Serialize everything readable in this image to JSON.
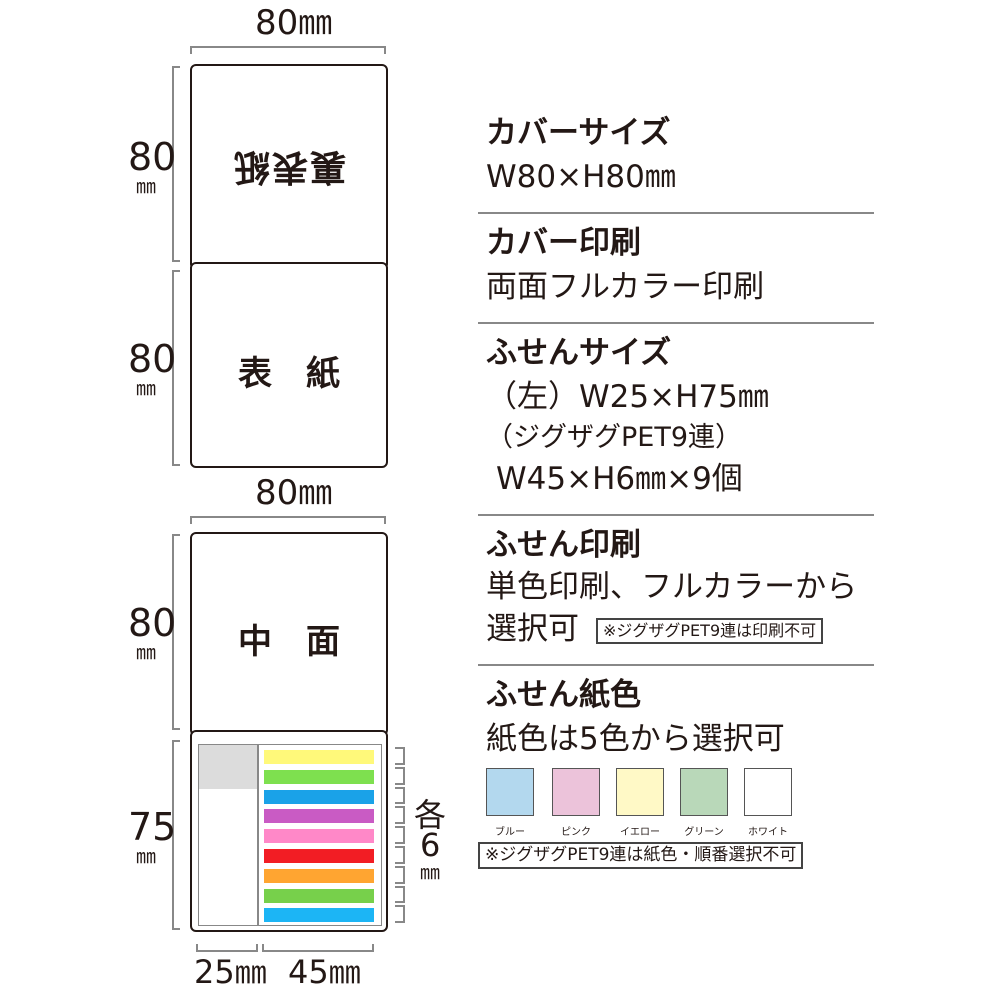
{
  "dimensions": {
    "width_top": "80㎜",
    "height_cover_back": "80",
    "height_cover_front": "80",
    "width_middle": "80㎜",
    "height_inner": "80",
    "height_sticky": "75",
    "each_label_top": "各",
    "each_label_value": "6",
    "width_left_sticky": "25㎜",
    "width_right_sticky": "45㎜",
    "unit_mm": "㎜"
  },
  "panels": {
    "back_cover_label": "裏表紙",
    "front_cover_label": "表　紙",
    "inner_label": "中　面"
  },
  "colors": {
    "stripes": [
      "#fff97a",
      "#7ee04f",
      "#1aa2e8",
      "#c95bc4",
      "#ff88c8",
      "#f21d24",
      "#ffa531",
      "#77d04b",
      "#1cb5f5"
    ],
    "gray_box": "#dcdcdc"
  },
  "specs": {
    "cover_size_heading": "カバーサイズ",
    "cover_size_value": "W80×H80㎜",
    "cover_print_heading": "カバー印刷",
    "cover_print_value": "両面フルカラー印刷",
    "sticky_size_heading": "ふせんサイズ",
    "sticky_size_line1": "（左）W25×H75㎜",
    "sticky_size_line2": "（ジグザグPET9連）",
    "sticky_size_line3": "W45×H6㎜×9個",
    "sticky_print_heading": "ふせん印刷",
    "sticky_print_line1": "単色印刷、フルカラーから",
    "sticky_print_line2": "選択可",
    "sticky_print_note": "※ジグザグPET9連は印刷不可",
    "paper_color_heading": "ふせん紙色",
    "paper_color_line1": "紙色は5色から選択可",
    "paper_color_note": "※ジグザグPET9連は紙色・順番選択不可"
  },
  "paper_colors": [
    {
      "label": "ブルー",
      "color": "#b3d8ee"
    },
    {
      "label": "ピンク",
      "color": "#ecc3da"
    },
    {
      "label": "イエロー",
      "color": "#fff9c6"
    },
    {
      "label": "グリーン",
      "color": "#b9d8b9"
    },
    {
      "label": "ホワイト",
      "color": "#ffffff"
    }
  ]
}
